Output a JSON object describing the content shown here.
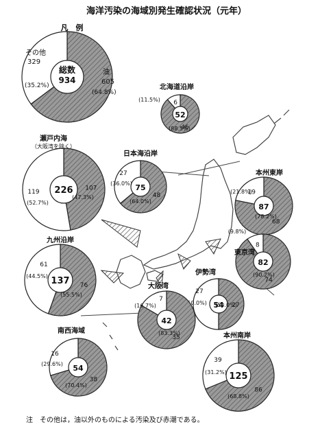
{
  "title": "海洋汚染の海域別発生確認状況（元年）",
  "footnote": "注　その他は，油以外のものによる汚染及び赤潮である。",
  "colors": {
    "oil_fill": "#9a9a9a",
    "other_fill": "#ffffff",
    "center_fill": "#ffffff",
    "stroke": "#222222",
    "map_stroke": "#444444"
  },
  "legend": {
    "heading": "凡　例",
    "center_label": "総数",
    "total": "934",
    "oil_label": "油",
    "oil_value": "605",
    "oil_pct": "(64.8%)",
    "other_label": "その他",
    "other_value": "329",
    "other_pct": "(35.2%)"
  },
  "chart_data": {
    "type": "pie",
    "title": "海洋汚染の海域別発生確認状況（元年）",
    "series_labels": [
      "油",
      "その他"
    ],
    "regions": [
      {
        "id": "legend",
        "label": "凡　例",
        "total": 934,
        "oil": 605,
        "other": 329,
        "oil_pct": "(64.8%)",
        "other_pct": "(35.2%)"
      },
      {
        "id": "hokkaido",
        "label": "北海道沿岸",
        "total": 52,
        "oil": 46,
        "other": 6,
        "oil_pct": "(88.5%)",
        "other_pct": "(11.5%)"
      },
      {
        "id": "honshu_east",
        "label": "本州東岸",
        "total": 87,
        "oil": 68,
        "other": 19,
        "oil_pct": "(78.2%)",
        "other_pct": "(21.8%)"
      },
      {
        "id": "japan_sea",
        "label": "日本海沿岸",
        "total": 75,
        "oil": 48,
        "other": 27,
        "oil_pct": "(64.0%)",
        "other_pct": "(36.0%)"
      },
      {
        "id": "seto",
        "label": "瀬戸内海",
        "sublabel": "（大阪湾を除く）",
        "total": 226,
        "oil": 107,
        "other": 119,
        "oil_pct": "(47.3%)",
        "other_pct": "(52.7%)"
      },
      {
        "id": "tokyo_bay",
        "label": "東京湾",
        "total": 82,
        "oil": 74,
        "other": 8,
        "oil_pct": "(90.2%)",
        "other_pct": "(9.8%)"
      },
      {
        "id": "kyushu",
        "label": "九州沿岸",
        "total": 137,
        "oil": 76,
        "other": 61,
        "oil_pct": "(55.5%)",
        "other_pct": "(44.5%)"
      },
      {
        "id": "ise_bay",
        "label": "伊勢湾",
        "total": 54,
        "oil": 27,
        "other": 27,
        "oil_pct": "(50.0%)",
        "other_pct": "(50.0%)"
      },
      {
        "id": "osaka_bay",
        "label": "大阪湾",
        "total": 42,
        "oil": 35,
        "other": 7,
        "oil_pct": "(83.3%)",
        "other_pct": "(16.7%)"
      },
      {
        "id": "nansei",
        "label": "南西海域",
        "total": 54,
        "oil": 38,
        "other": 16,
        "oil_pct": "(70.4%)",
        "other_pct": "(29.6%)"
      },
      {
        "id": "honshu_south",
        "label": "本州南岸",
        "total": 125,
        "oil": 86,
        "other": 39,
        "oil_pct": "(68.8%)",
        "other_pct": "(31.2%)"
      }
    ]
  }
}
